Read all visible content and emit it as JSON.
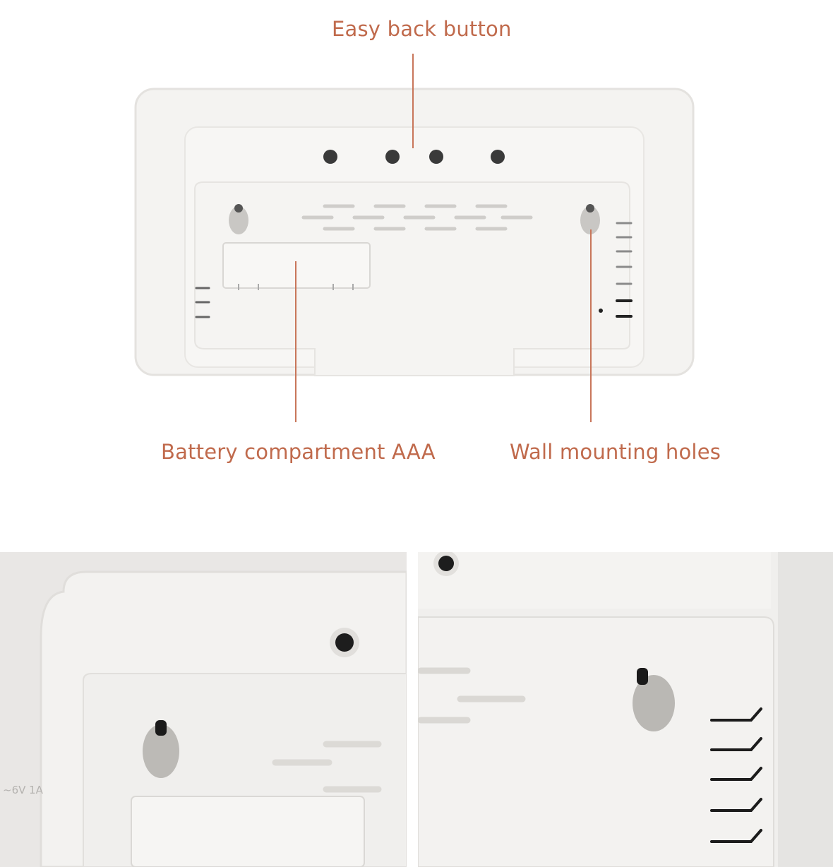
{
  "callouts": {
    "top": "Easy back button",
    "battery": "Battery compartment AAA",
    "wall": "Wall mounting holes"
  },
  "colors": {
    "callout_text": "#c06a4c",
    "leader_line": "#c8765a",
    "device_body": "#f4f3f1",
    "device_shadow": "#dddbd8"
  },
  "icons": {
    "buttons": "round-button-hole-icon",
    "mount": "keyhole-mount-icon",
    "vents": "vent-slot-icon"
  },
  "details": {
    "buttons_count": 4,
    "vent_slots_rows": 3
  },
  "closeups": {
    "left_marking": "~6V 1A"
  }
}
